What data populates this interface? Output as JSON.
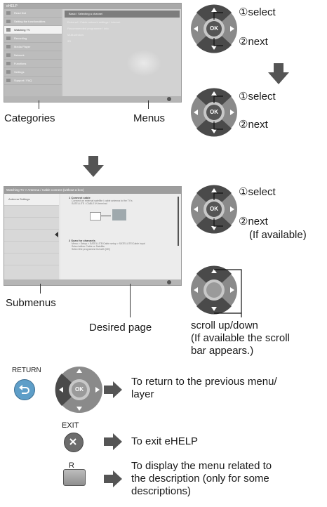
{
  "screen1": {
    "title": "eHELP",
    "categories": [
      {
        "label": "Read first",
        "selected": false
      },
      {
        "label": "Setting the functionalities",
        "selected": false
      },
      {
        "label": "Watching TV",
        "selected": true
      },
      {
        "label": "Recording",
        "selected": false
      },
      {
        "label": "Media Player",
        "selected": false
      },
      {
        "label": "Network",
        "selected": false
      },
      {
        "label": "Functions",
        "selected": false
      },
      {
        "label": "Settings",
        "selected": false
      },
      {
        "label": "Support / FAQ",
        "selected": false
      }
    ],
    "menus": [
      "Basic / Selecting a channel",
      "External / Cable network settings / Internet",
      "Recommended programme / Info",
      "Multi-window",
      "3D"
    ]
  },
  "screen2": {
    "title": "Watching TV > Antenna / Cable connect (without a box)",
    "submenus": [
      "Antenna Settings",
      "",
      "",
      "",
      "",
      ""
    ],
    "content_lines": [
      "1  Connect cable",
      "Connect an external satellite / cable antenna to the TV's",
      "SATELLITE / CABLE IN terminal",
      "2  Scan for channels",
      "Menu > Setup > SATELLITE/Cable setup > SATELLITE/Cable input",
      "Select either Cable or Satellite",
      "Select the programme list with [OK]"
    ]
  },
  "labels": {
    "categories": "Categories",
    "menus": "Menus",
    "submenus": "Submenus",
    "desired_page": "Desired page"
  },
  "nav1": {
    "n1": "①",
    "select": "select",
    "n2": "②",
    "next": "next"
  },
  "nav2": {
    "n1": "①",
    "select": "select",
    "n2": "②",
    "next": "next"
  },
  "nav3": {
    "n1": "①",
    "select": "select",
    "n2": "②",
    "next": "next",
    "note": "(If available)"
  },
  "scroll": {
    "line1": "scroll up/down",
    "line2": "(If available the scroll",
    "line3": "bar appears.)"
  },
  "ok_label": "OK",
  "keys": {
    "return_label": "RETURN",
    "exit_label": "EXIT",
    "r_label": "R"
  },
  "descriptions": {
    "return_line1": "To return to the previous menu/",
    "return_line2": "layer",
    "exit": "To exit eHELP",
    "r_line1": "To display the menu related to",
    "r_line2": "the description (only for some",
    "r_line3": "descriptions)"
  },
  "colors": {
    "arrow": "#555555",
    "dpad_outer": "#8a8a8a",
    "dpad_inner": "#c8c8c8",
    "return_blue": "#5e9ec8",
    "exit_grey": "#6c6c6c"
  }
}
